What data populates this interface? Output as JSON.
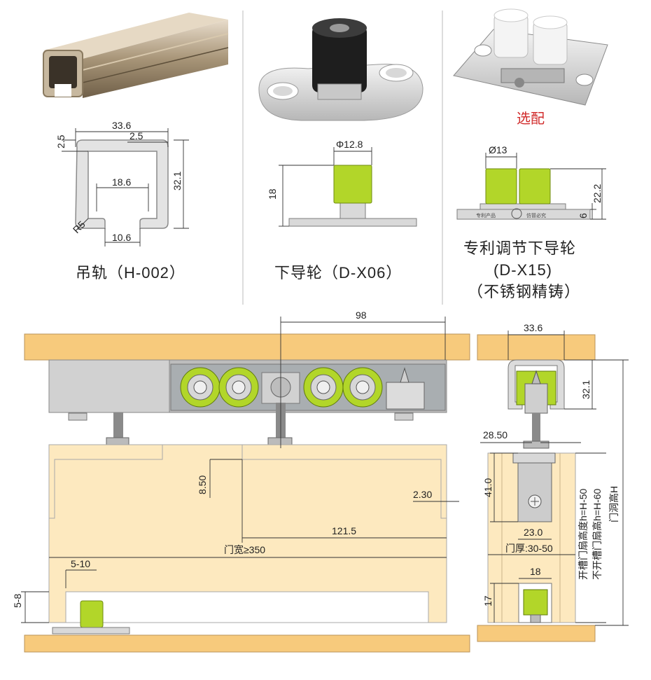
{
  "products": [
    {
      "caption": "吊轨（H-002）"
    },
    {
      "caption": "下导轮（D-X06）"
    },
    {
      "caption_lines": [
        "专利调节下导轮",
        "(D-X15)",
        "（不锈钢精铸）"
      ],
      "tag": "选配"
    }
  ],
  "rail_dims": {
    "width": "33.6",
    "wall_top": "2.5",
    "wall_left": "2.5",
    "height": "32.1",
    "inner": "18.6",
    "radius": "R5",
    "slot": "10.6"
  },
  "guide_d_x06": {
    "diameter": "Φ12.8",
    "height": "18"
  },
  "guide_d_x15": {
    "diameter": "Ø13",
    "height": "22.2",
    "base": "6",
    "stamp_left": "专利产品",
    "stamp_right": "仿冒必究"
  },
  "assembly": {
    "d98": "98",
    "d8_50": "8.50",
    "d2_30": "2.30",
    "d121_5": "121.5",
    "door_width": "门宽≥350",
    "d5_10": "5-10",
    "d5_8": "5-8",
    "side_33_6": "33.6",
    "side_32_1": "32.1",
    "side_28_50": "28.50",
    "side_41_0": "41.0",
    "side_23_0": "23.0",
    "door_thickness": "门厚:30-50",
    "side_18": "18",
    "side_17": "17",
    "open_slot": "开槽门扇高度h=H-50",
    "no_slot": "不开槽门扇高h=H-60",
    "opening_height": "门洞高H"
  },
  "colors": {
    "wood": "#f7ca7c",
    "door": "#fde9bf",
    "accent_green": "#b2d629",
    "metal": "#d9d9d9",
    "optional_red": "#d12b2b"
  }
}
